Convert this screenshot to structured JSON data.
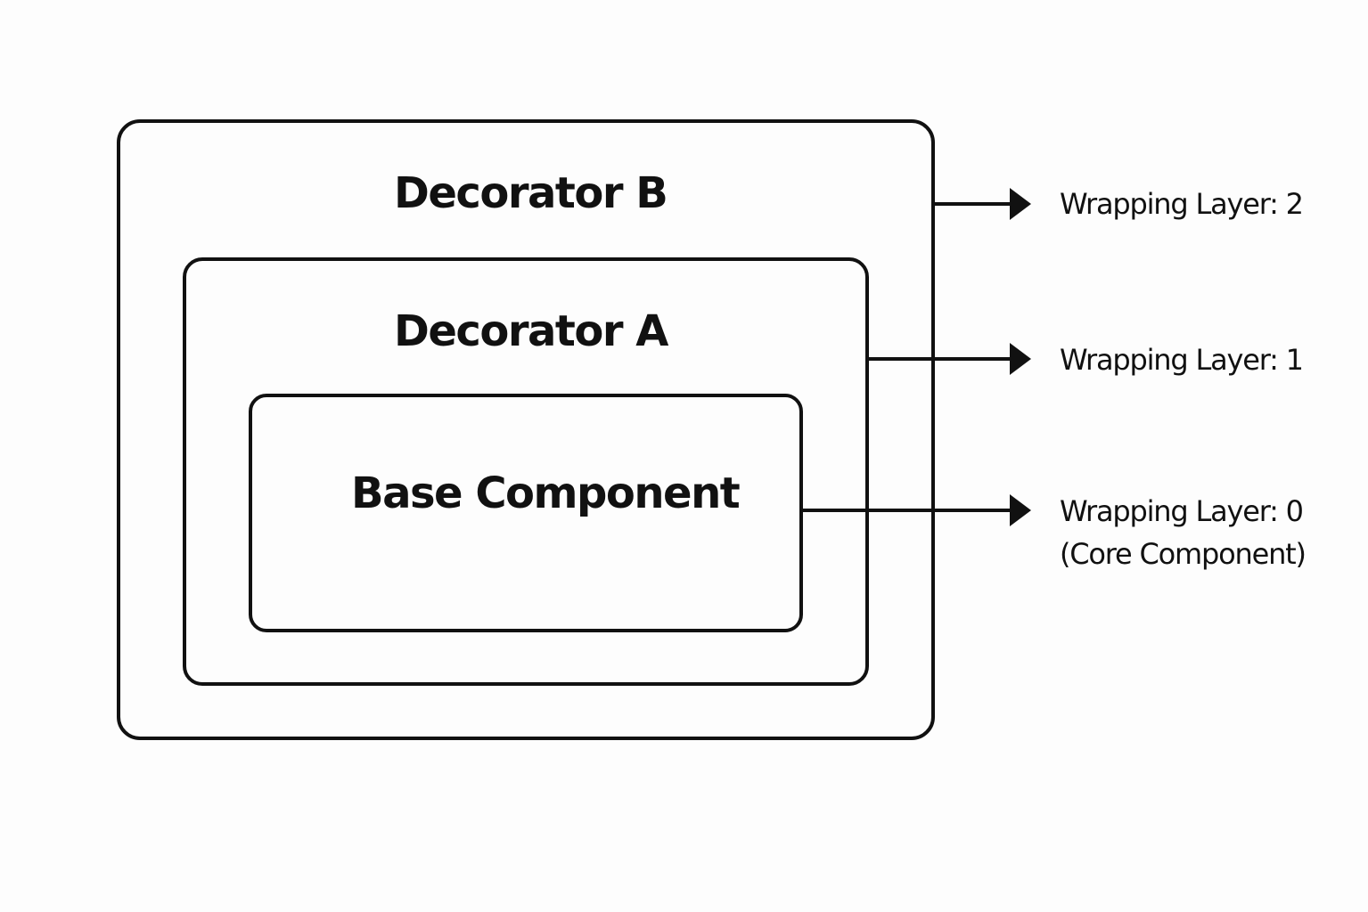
{
  "diagram": {
    "boxes": {
      "outer": {
        "title": "Decorator B"
      },
      "middle": {
        "title": "Decorator A"
      },
      "inner": {
        "title": "Base Component"
      }
    },
    "labels": {
      "layer2": "Wrapping Layer: 2",
      "layer1": "Wrapping Layer: 1",
      "layer0": "Wrapping Layer: 0",
      "layer0_note": "(Core Component)"
    },
    "colors": {
      "stroke": "#111111",
      "background": "#fdfdfd"
    }
  }
}
